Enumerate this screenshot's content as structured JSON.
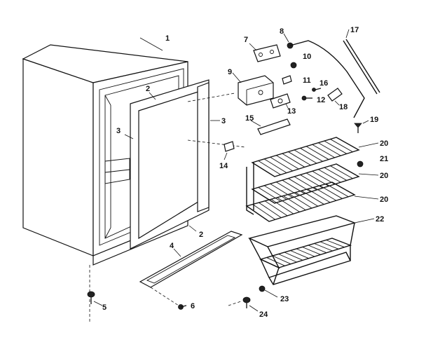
{
  "colors": {
    "ink": "#111111",
    "paper": "#ffffff"
  },
  "callouts": {
    "p1": "1",
    "p2a": "2",
    "p2b": "2",
    "p3a": "3",
    "p3b": "3",
    "p4": "4",
    "p5": "5",
    "p6": "6",
    "p7": "7",
    "p8": "8",
    "p9": "9",
    "p10": "10",
    "p11": "11",
    "p12": "12",
    "p13": "13",
    "p14": "14",
    "p15": "15",
    "p16": "16",
    "p17": "17",
    "p18": "18",
    "p19": "19",
    "p20a": "20",
    "p20b": "20",
    "p20c": "20",
    "p21": "21",
    "p22": "22",
    "p23": "23",
    "p24": "24"
  }
}
